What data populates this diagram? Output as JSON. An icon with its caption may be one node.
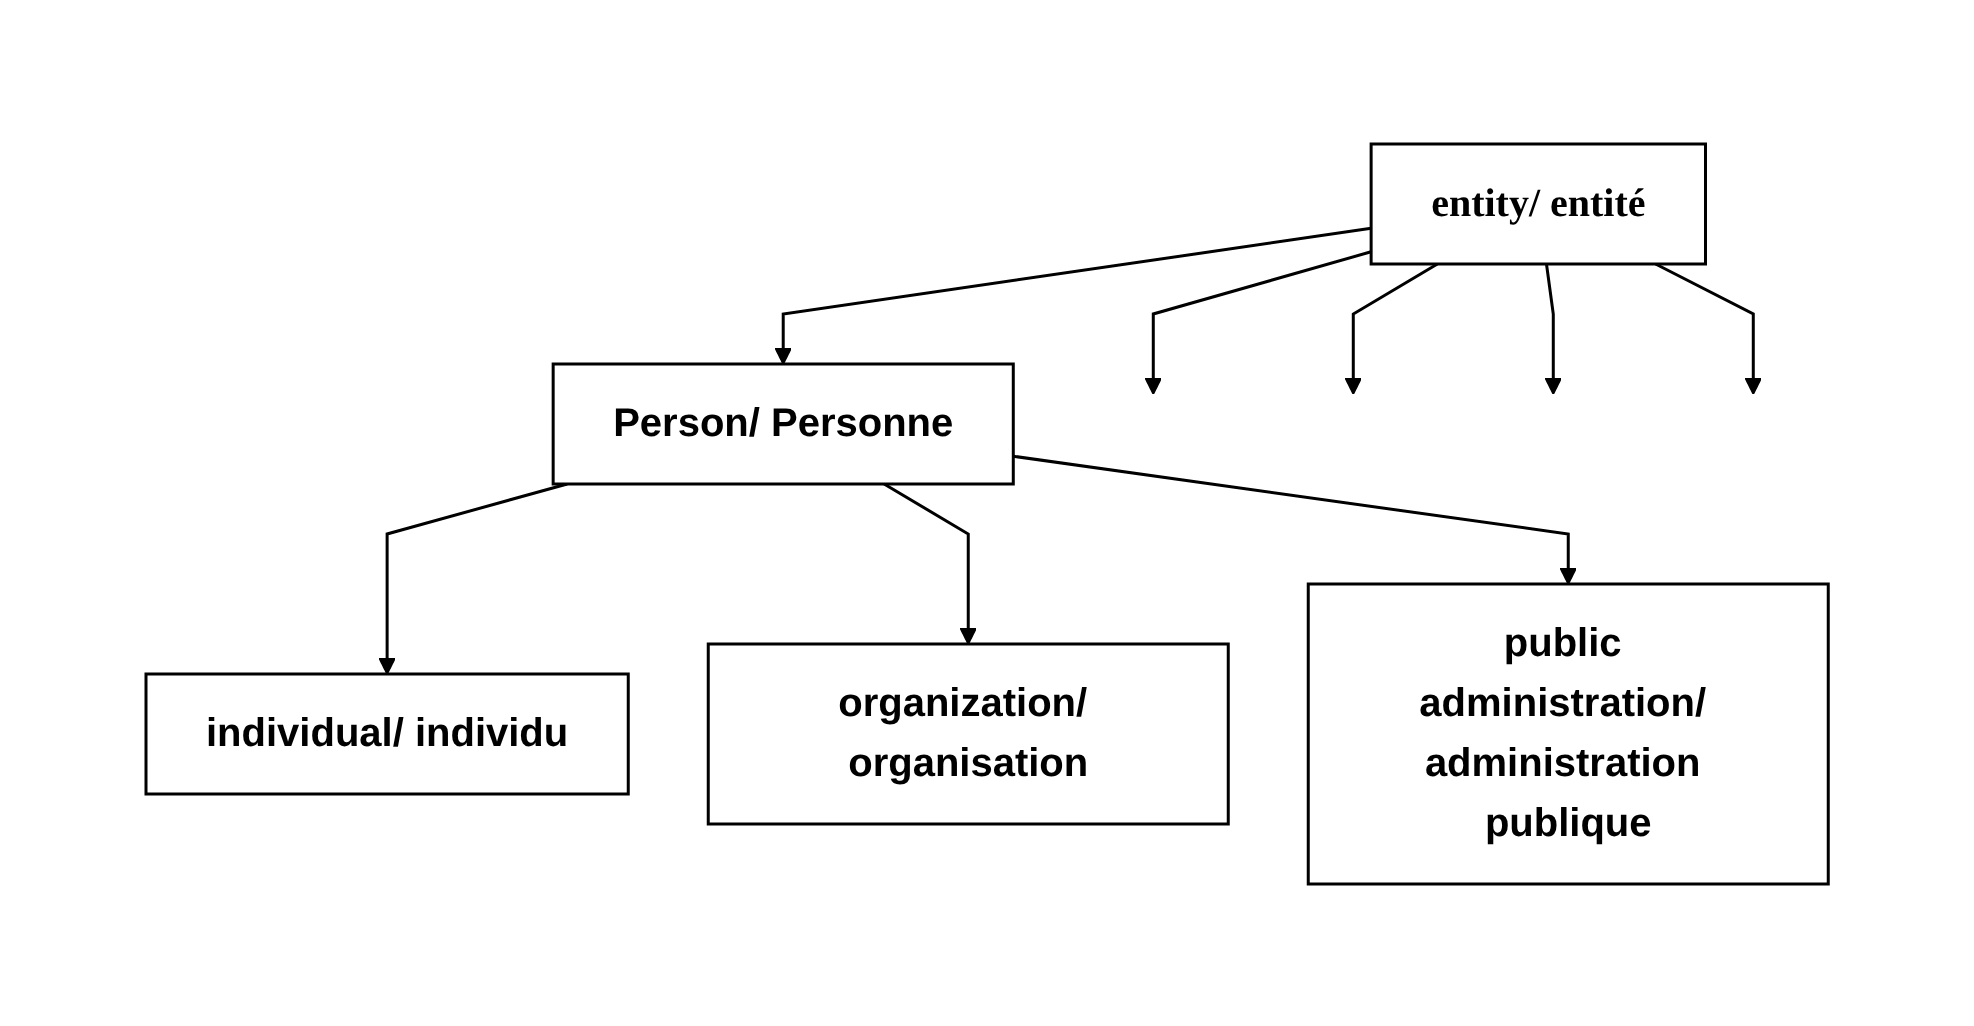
{
  "diagram": {
    "nodes": [
      {
        "text": [
          "entity/ entité"
        ]
      },
      {
        "text": [
          "Person/ Personne"
        ]
      },
      {
        "text": [
          "individual/ individu"
        ]
      },
      {
        "text": [
          "organization/ organisation"
        ]
      },
      {
        "text": [
          "public administration/ administration publique"
        ]
      }
    ],
    "edges": [
      {
        "from": 0,
        "to": null,
        "arrow": "to"
      },
      {
        "from": 0,
        "to": null,
        "arrow": "to"
      },
      {
        "from": 0,
        "to": null,
        "arrow": "to"
      },
      {
        "from": 0,
        "to": null,
        "arrow": "to"
      },
      {
        "from": 0,
        "to": 1,
        "arrow": "to"
      },
      {
        "from": 1,
        "to": 2,
        "arrow": "to"
      },
      {
        "from": 1,
        "to": 3,
        "arrow": "to"
      },
      {
        "from": 1,
        "to": 4,
        "arrow": "to"
      }
    ]
  }
}
